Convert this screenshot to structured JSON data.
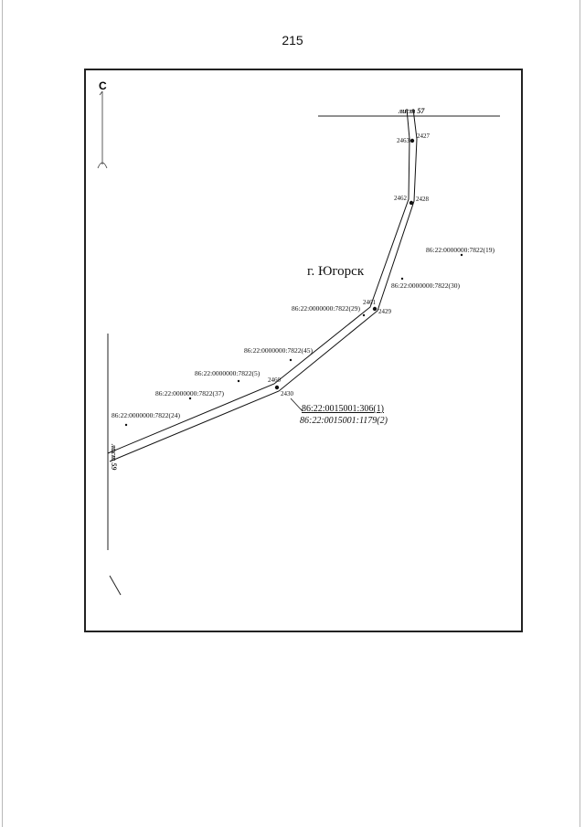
{
  "page": {
    "number": "215"
  },
  "map": {
    "north_label": "С",
    "city_label": "г. Югорск",
    "sheets": {
      "top": "лист 57",
      "left": "лист 59"
    },
    "route_points": [
      {
        "id": "2463",
        "paired": "2427"
      },
      {
        "id": "2462",
        "paired": "2428"
      },
      {
        "id": "2461",
        "paired": "2429"
      },
      {
        "id": "2460",
        "paired": "2430"
      }
    ],
    "parcels": [
      {
        "id": "86:22:0000000:7822(19)"
      },
      {
        "id": "86:22:0000000:7822(30)"
      },
      {
        "id": "86:22:0000000:7822(29)"
      },
      {
        "id": "86:22:0000000:7822(45)"
      },
      {
        "id": "86:22:0000000:7822(5)"
      },
      {
        "id": "86:22:0000000:7822(37)"
      },
      {
        "id": "86:22:0000000:7822(24)"
      }
    ],
    "main_parcel": {
      "primary": "86:22:0015001:306(1)",
      "secondary": "86:22:0015001:1179(2)"
    }
  }
}
